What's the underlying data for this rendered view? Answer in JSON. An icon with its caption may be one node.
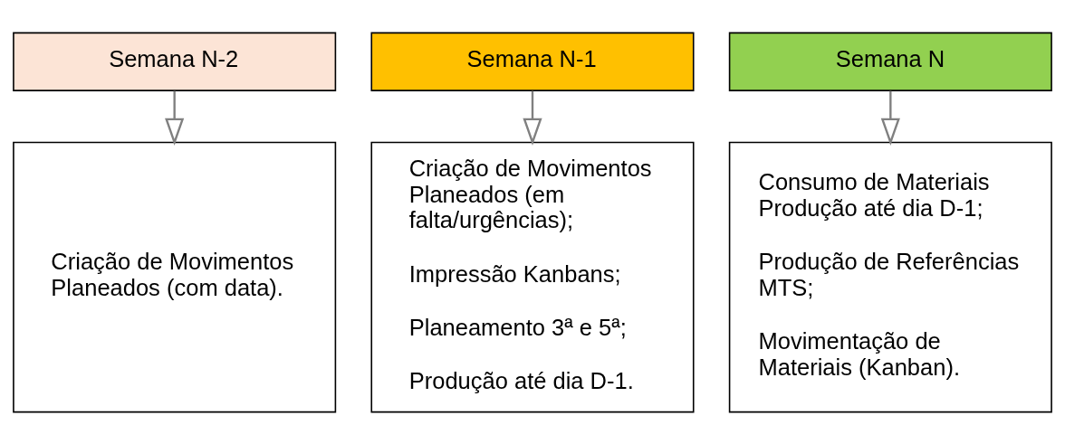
{
  "diagram": {
    "nodes": [
      {
        "text": [
          "Semana N-2"
        ]
      },
      {
        "text": [
          "Semana N-1"
        ]
      },
      {
        "text": [
          "Semana N"
        ]
      },
      {
        "text": [
          "Criação de Movimentos Planeados (com data)."
        ]
      },
      {
        "text": [
          "Criação de Movimentos Planeados (em falta/urgências);",
          "Impressão Kanbans;",
          "Planeamento 3ª e 5ª;",
          "Produção até dia D-1."
        ]
      },
      {
        "text": [
          "Consumo de Materiais Produção até dia D-1;",
          "Produção de Referências MTS;",
          "Movimentação de Materiais (Kanban)."
        ]
      }
    ],
    "edges": [
      {
        "from": 0,
        "to": 3,
        "arrow": "to"
      },
      {
        "from": 1,
        "to": 4,
        "arrow": "to"
      },
      {
        "from": 2,
        "to": 5,
        "arrow": "to"
      }
    ]
  }
}
